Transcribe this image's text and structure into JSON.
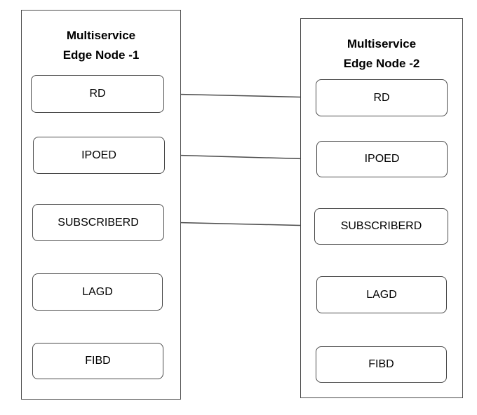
{
  "diagram": {
    "colors": {
      "border": "#4a4a4a",
      "background": "#ffffff",
      "text": "#000000"
    },
    "nodes": [
      {
        "title_line1": "Multiservice",
        "title_line2": "Edge Node -1",
        "boxes": [
          {
            "label": "RD"
          },
          {
            "label": "IPOED"
          },
          {
            "label": "SUBSCRIBERD"
          },
          {
            "label": "LAGD"
          },
          {
            "label": "FIBD"
          }
        ]
      },
      {
        "title_line1": "Multiservice",
        "title_line2": "Edge Node -2",
        "boxes": [
          {
            "label": "RD"
          },
          {
            "label": "IPOED"
          },
          {
            "label": "SUBSCRIBERD"
          },
          {
            "label": "LAGD"
          },
          {
            "label": "FIBD"
          }
        ]
      }
    ],
    "connections": [
      {
        "from_node": "Multiservice Edge Node -1",
        "from": "RD",
        "to_node": "Multiservice Edge Node -2",
        "to": "RD"
      },
      {
        "from_node": "Multiservice Edge Node -1",
        "from": "IPOED",
        "to_node": "Multiservice Edge Node -2",
        "to": "IPOED"
      },
      {
        "from_node": "Multiservice Edge Node -1",
        "from": "SUBSCRIBERD",
        "to_node": "Multiservice Edge Node -2",
        "to": "SUBSCRIBERD"
      }
    ]
  }
}
